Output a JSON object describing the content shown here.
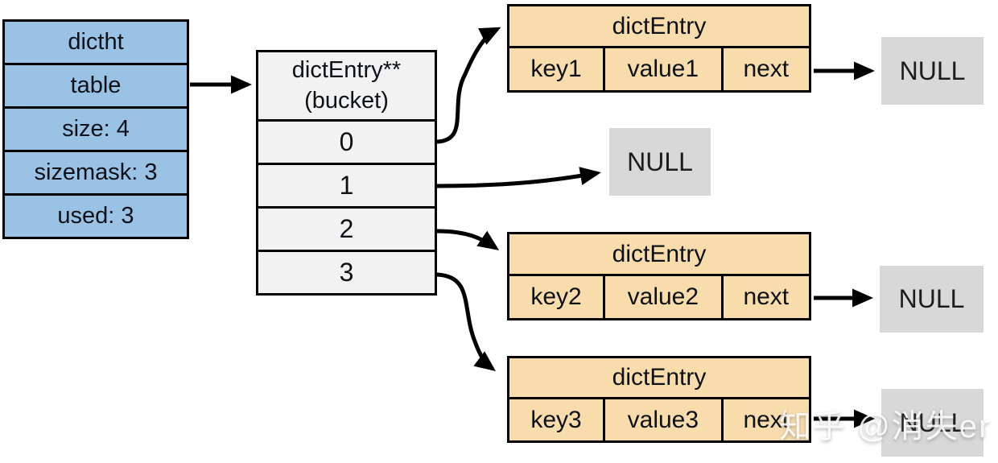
{
  "colors": {
    "dictht_fill": "#9ac2e5",
    "bucket_fill": "#f2f2f2",
    "entry_fill": "#f8dcac",
    "null_fill": "#d8d8d8",
    "line": "#000000"
  },
  "dictht": {
    "rows": [
      "dictht",
      "table",
      "size: 4",
      "sizemask: 3",
      "used: 3"
    ]
  },
  "bucket": {
    "header_line1": "dictEntry**",
    "header_line2": "(bucket)",
    "slots": [
      "0",
      "1",
      "2",
      "3"
    ]
  },
  "entries": [
    {
      "header": "dictEntry",
      "key": "key1",
      "value": "value1",
      "next": "next"
    },
    {
      "header": "dictEntry",
      "key": "key2",
      "value": "value2",
      "next": "next"
    },
    {
      "header": "dictEntry",
      "key": "key3",
      "value": "value3",
      "next": "next"
    }
  ],
  "nulls": [
    "NULL",
    "NULL",
    "NULL",
    "NULL"
  ],
  "watermark": {
    "text": "知乎 @消失er"
  }
}
